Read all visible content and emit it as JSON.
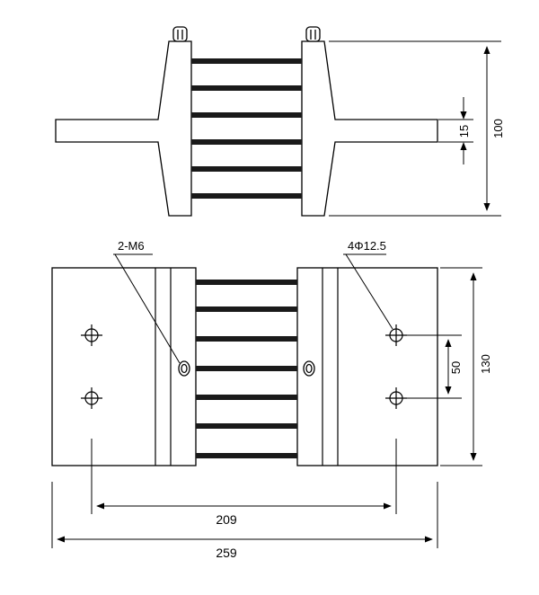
{
  "drawing": {
    "top_view": {
      "dimensions": {
        "terminal_thickness": "15",
        "total_height": "100"
      }
    },
    "front_view": {
      "callouts": {
        "screw": "2-M6",
        "mounting_holes": "4Φ12.5"
      },
      "dimensions": {
        "hole_spacing_vertical": "50",
        "total_height": "130",
        "hole_spacing_horizontal": "209",
        "total_length": "259"
      }
    }
  },
  "colors": {
    "line": "#000000",
    "resistor_bar": "#1a1a1a",
    "background": "#ffffff"
  }
}
